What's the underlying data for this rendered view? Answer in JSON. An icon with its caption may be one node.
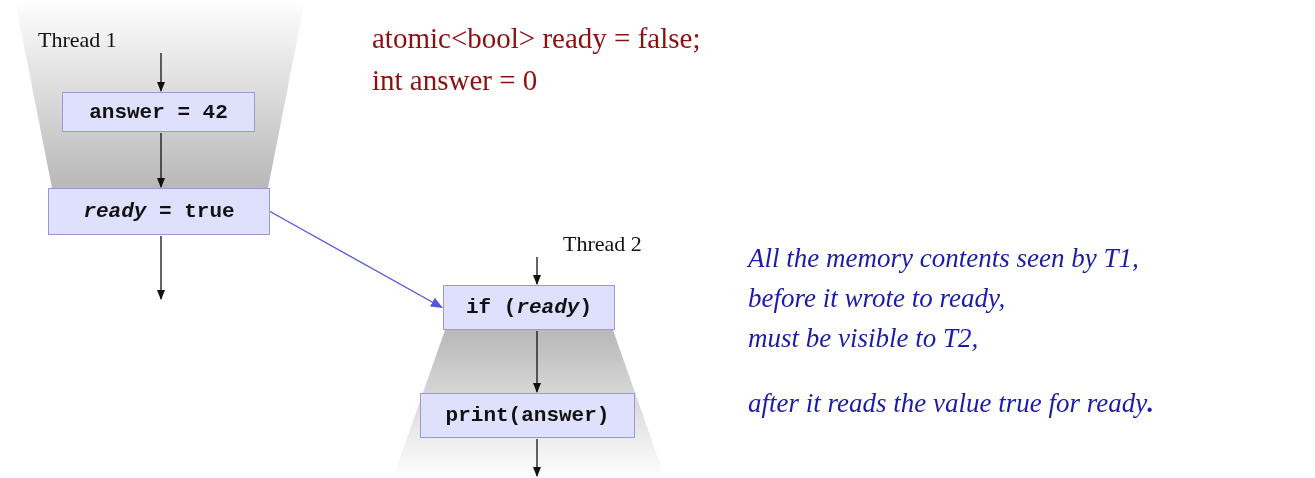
{
  "diagram": {
    "nodes": [
      {
        "text": [
          "Thread 1"
        ]
      },
      {
        "text": [
          "answer = 42"
        ]
      },
      {
        "text": [
          "*ready* = true"
        ]
      },
      {
        "text": [
          "Thread 2"
        ]
      },
      {
        "text": [
          "if (*ready*)"
        ]
      },
      {
        "text": [
          "print(answer)"
        ]
      }
    ],
    "edges": [
      {
        "from": 0,
        "to": 1,
        "arrow": "to"
      },
      {
        "from": 1,
        "to": 2,
        "arrow": "to"
      },
      {
        "from": 2,
        "to": null,
        "arrow": "to"
      },
      {
        "from": 2,
        "to": 4,
        "arrow": "to",
        "color": "#5555dd"
      },
      {
        "from": 3,
        "to": 4,
        "arrow": "to"
      },
      {
        "from": 4,
        "to": 5,
        "arrow": "to"
      },
      {
        "from": 5,
        "to": null,
        "arrow": "to"
      }
    ],
    "labels": [
      "atomic<bool> ready = false;",
      "int answer = 0",
      "All the memory contents seen by T1,",
      "before it wrote to ready,",
      "must be visible to T2,",
      "after it reads the value true for ready**.**"
    ]
  }
}
